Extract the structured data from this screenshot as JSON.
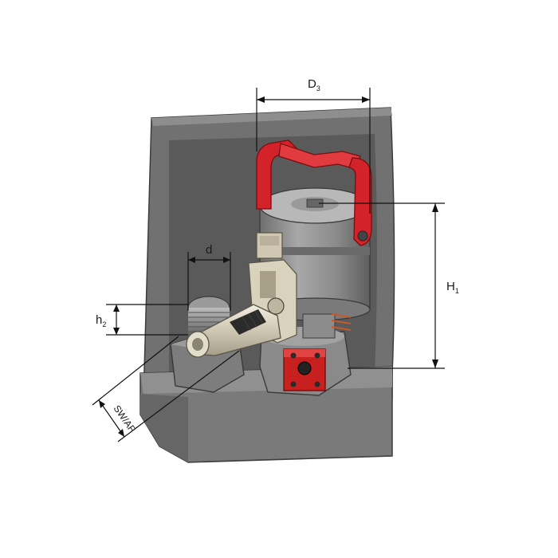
{
  "dimensions": {
    "D3": {
      "main": "D",
      "sub": "3"
    },
    "H1": {
      "main": "H",
      "sub": "1"
    },
    "d": {
      "main": "d"
    },
    "h2": {
      "main": "h",
      "sub": "2"
    },
    "SWAF": {
      "main": "SW/AF"
    }
  },
  "colors": {
    "housing": "#6e6e6e",
    "housing_light": "#8a8a8a",
    "housing_dark": "#4f4f4f",
    "cylinder": "#8c8c8c",
    "handle": "#d32229",
    "valve_block": "#c8201e",
    "coupler": "#d9d3c2",
    "dimension_line": "#111111"
  }
}
